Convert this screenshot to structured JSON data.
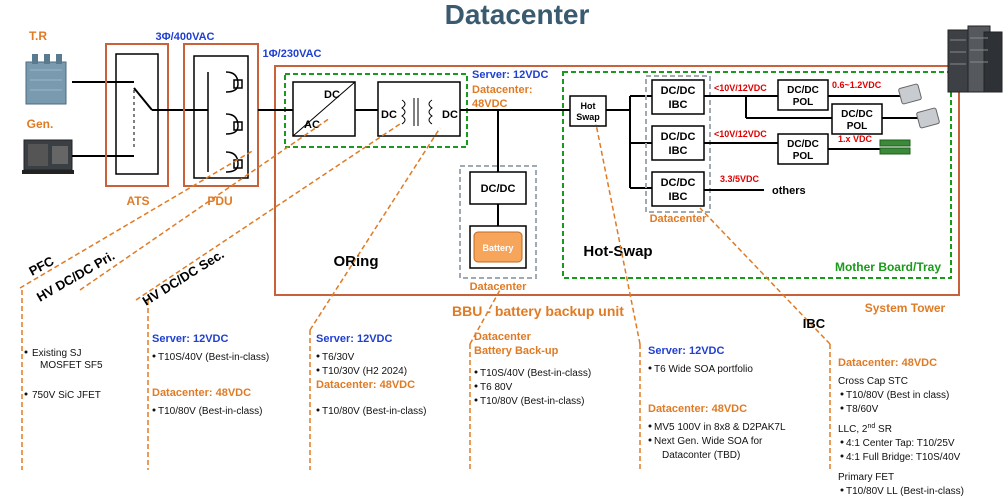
{
  "title": "Datacenter",
  "power_source": {
    "tr": "T.R",
    "gen": "Gen."
  },
  "voltages": {
    "ac3": "3Φ/400VAC",
    "ac1": "1Φ/230VAC"
  },
  "ats": "ATS",
  "pdu": "PDU",
  "psu": {
    "dc_top": "DC",
    "ac": "AC",
    "dc_left": "DC",
    "dc_right": "DC"
  },
  "bus": {
    "server": "Server: 12VDC",
    "dc1": "Datacenter:",
    "dc2": "48VDC"
  },
  "hotswap_box": {
    "l1": "Hot",
    "l2": "Swap"
  },
  "ibc": {
    "l1": "DC/DC",
    "l2": "IBC"
  },
  "pol": {
    "l1": "DC/DC",
    "l2": "POL"
  },
  "bbu_dcdc": "DC/DC",
  "battery": "Battery",
  "red": {
    "r1": "<10V/12VDC",
    "r2": "<10V/12VDC",
    "r3": "3.3/5VDC",
    "v1": "0.6~1.2VDC",
    "v2": "1.x VDC"
  },
  "others": "others",
  "datacenter_label": "Datacenter",
  "bbu_datacenter": "Datacenter",
  "oring": "ORing",
  "hot_swap": "Hot-Swap",
  "mother_board": "Mother Board/Tray",
  "system_tower": "System Tower",
  "bbu_unit": "BBU - battery backup unit",
  "ibc_label": "IBC",
  "diag": {
    "pfc": "PFC",
    "hvpri": "HV DC/DC Pri.",
    "hvsec": "HV DC/DC Sec."
  },
  "col1": {
    "b1": "Existing SJ",
    "b1b": "MOSFET SF5",
    "b2": "750V SiC JFET"
  },
  "col2": {
    "h1": "Server: 12VDC",
    "b1": "T10S/40V (Best-in-class)",
    "h2": "Datacenter: 48VDC",
    "b2": "T10/80V (Best-in-class)"
  },
  "col3": {
    "h1": "Server: 12VDC",
    "b1": "T6/30V",
    "b2": "T10/30V (H2 2024)",
    "h2": "Datacenter: 48VDC",
    "b3": "T10/80V (Best-in-class)"
  },
  "col4": {
    "h1": "Datacenter",
    "h2": "Battery Back-up",
    "b1": "T10S/40V (Best-in-class)",
    "b2": "T6 80V",
    "b3": "T10/80V (Best-in-class)"
  },
  "col5": {
    "h1": "Server: 12VDC",
    "b1": "T6 Wide SOA portfolio",
    "h2": "Datacenter: 48VDC",
    "b2": "MV5 100V in 8x8 & D2PAK7L",
    "b3a": "Next Gen. Wide SOA for",
    "b3b": "Dataconter (TBD)"
  },
  "col6": {
    "h1": "Datacenter: 48VDC",
    "s1": "Cross Cap STC",
    "b1": "T10/80V (Best in class)",
    "b2": "T8/60V",
    "s2": "LLC, 2",
    "s2sup": "nd",
    "s2b": " SR",
    "b3": "4:1 Center Tap: T10/25V",
    "b4": "4:1 Full Bridge: T10S/40V",
    "s3": "Primary FET",
    "b5": "T10/80V LL (Best-in-class)"
  }
}
